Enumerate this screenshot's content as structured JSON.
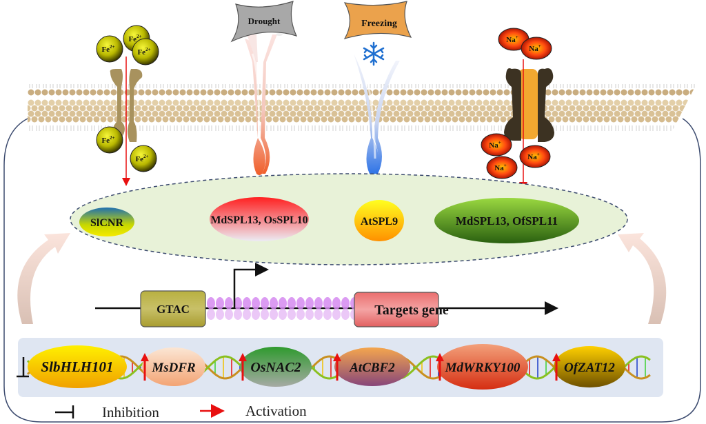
{
  "figure": {
    "stresses": [
      {
        "id": "drought",
        "label": "Drought",
        "color": "#a9a9a9",
        "receptor_color": "#f06a36"
      },
      {
        "id": "freezing",
        "label": "Freezing",
        "color": "#e8a24a",
        "receptor_color": "#3d7ee8",
        "icon": "snowflake-icon"
      }
    ],
    "ions": {
      "iron": {
        "label": "Fe2+",
        "base": "Fe",
        "charge": "2+",
        "color": "#b8b800"
      },
      "sodium": {
        "label": "Na+",
        "base": "Na",
        "charge": "+",
        "color": "#e02a10"
      }
    },
    "spl_proteins": [
      {
        "label": "SlCNR",
        "colors": [
          "#1e6fb0",
          "#f2e800"
        ]
      },
      {
        "label": "MdSPL13, OsSPL10",
        "colors": [
          "#ff2a2a",
          "#e6e6f0"
        ]
      },
      {
        "label": "AtSPL9",
        "colors": [
          "#ffee00",
          "#ff9a00"
        ]
      },
      {
        "label": "MdSPL13, OfSPL11",
        "colors": [
          "#8ed33a",
          "#2f6e12"
        ]
      }
    ],
    "promoter": {
      "motif_label": "GTAC",
      "target_label": "Targets gene",
      "motif_color": "#b5ad3c",
      "target_color": "#ee7a7a"
    },
    "downstream_genes": [
      {
        "label": "SlbHLH101",
        "regulation": "inhibition",
        "colors": [
          "#ffee00",
          "#f0a000"
        ]
      },
      {
        "label": "MsDFR",
        "regulation": "activation",
        "colors": [
          "#fbe0c8",
          "#f0a070"
        ]
      },
      {
        "label": "OsNAC2",
        "regulation": "activation",
        "colors": [
          "#3d9a3a",
          "#9aa8a0"
        ]
      },
      {
        "label": "AtCBF2",
        "regulation": "activation",
        "colors": [
          "#f0a050",
          "#8a4a7a"
        ]
      },
      {
        "label": "MdWRKY100",
        "regulation": "activation",
        "colors": [
          "#f0906a",
          "#d83a1a"
        ]
      },
      {
        "label": "OfZAT12",
        "regulation": "activation",
        "colors": [
          "#f5c800",
          "#7a5a00"
        ]
      }
    ],
    "legend": [
      {
        "symbol": "inhibition-bar",
        "label": "Inhibition",
        "color": "#111111"
      },
      {
        "symbol": "activation-arrow",
        "label": "Activation",
        "color": "#e81010"
      }
    ]
  }
}
